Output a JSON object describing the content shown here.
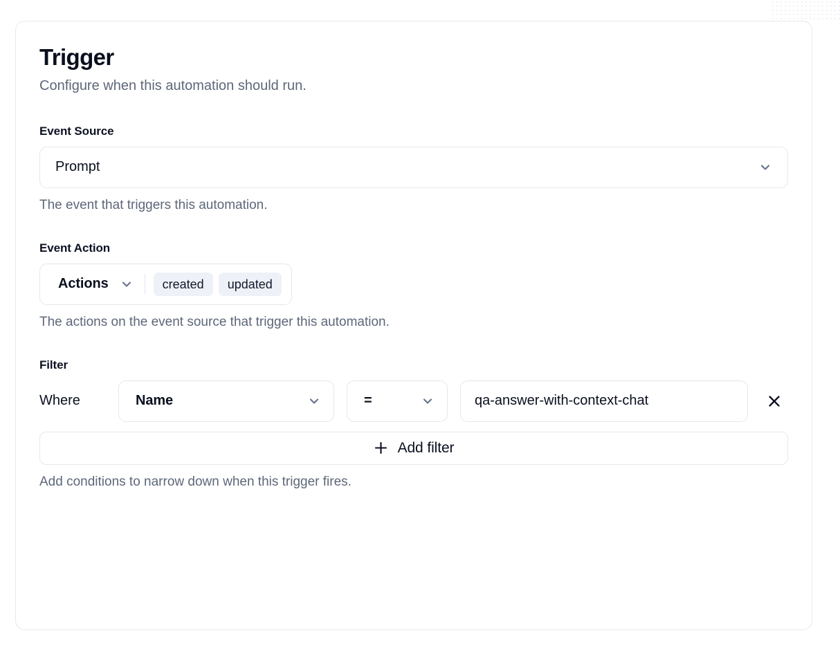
{
  "card": {
    "title": "Trigger",
    "subtitle": "Configure when this automation should run."
  },
  "event_source": {
    "label": "Event Source",
    "value": "Prompt",
    "help": "The event that triggers this automation.",
    "chevron_icon": "chevron-down-icon"
  },
  "event_action": {
    "label": "Event Action",
    "trigger_label": "Actions",
    "chevron_icon": "chevron-down-icon",
    "pills": [
      "created",
      "updated"
    ],
    "help": "The actions on the event source that trigger this automation."
  },
  "filter": {
    "label": "Filter",
    "where_label": "Where",
    "field": "Name",
    "operator": "=",
    "value": "qa-answer-with-context-chat",
    "remove_icon": "close-icon",
    "add_filter_label": "Add filter",
    "add_filter_icon": "plus-icon",
    "help": "Add conditions to narrow down when this trigger fires."
  },
  "colors": {
    "card_border": "#e6e8ee",
    "control_border": "#e4e7ee",
    "pill_bg": "#eef1f7",
    "text_primary": "#0a0f1e",
    "text_muted": "#5d6779",
    "chevron": "#64708a"
  }
}
